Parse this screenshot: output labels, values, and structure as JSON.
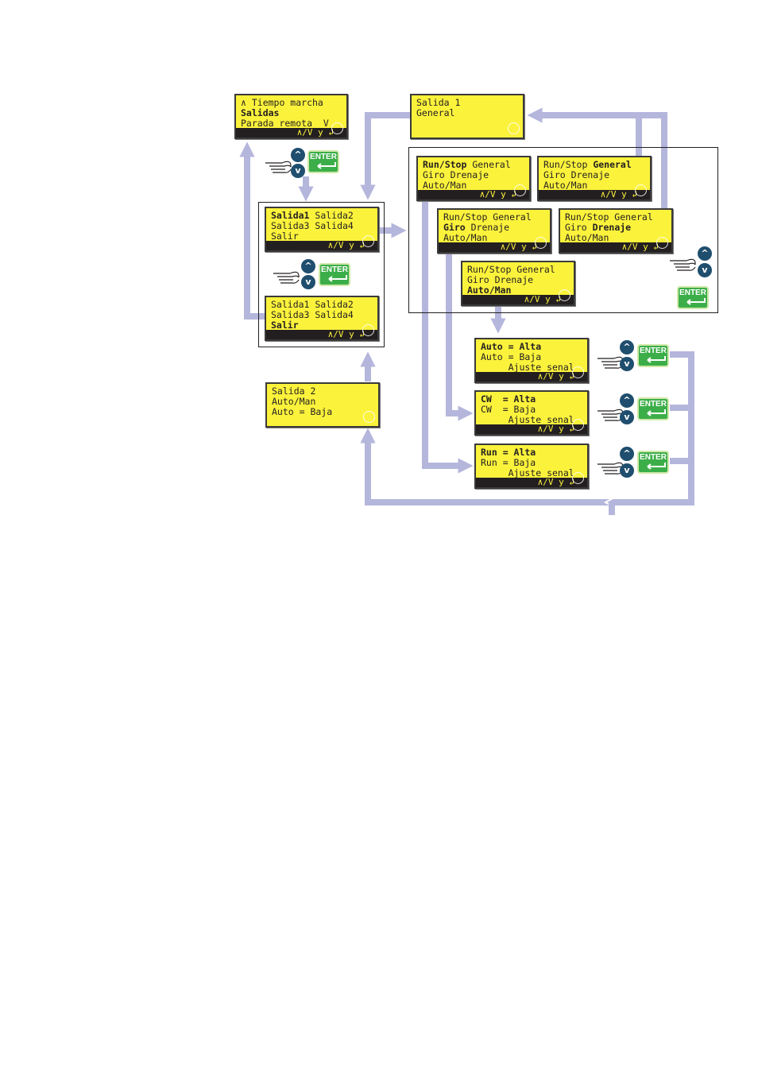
{
  "colors": {
    "lcd_bg": "#fbf23c",
    "lcd_bar": "#231f20",
    "arrow": "#b4b6dc",
    "key_round": "#1f4e6e",
    "key_enter": "#3cae49"
  },
  "keys": {
    "up_icon": "^",
    "down_icon": "v",
    "enter_label": "ENTER"
  },
  "screens": {
    "tiempo": {
      "l1": "∧ Tiempo marcha",
      "l2": "Salidas",
      "l3": "Parada remota  V",
      "bar": "∧/V y ↲"
    },
    "salida1_general": {
      "l1": "Salida 1",
      "l2": "General"
    },
    "salida_sel_1": {
      "l1a": "Salida1",
      "l1b": " Salida2",
      "l2": "Salida3 Salida4",
      "l3": "Salir",
      "bar": "∧/V y ↲"
    },
    "salida_sel_2": {
      "l1": "Salida1 Salida2",
      "l2": "Salida3 Salida4",
      "l3": "Salir",
      "bar": "∧/V y ↲"
    },
    "salida2": {
      "l1": "Salida 2",
      "l2": "Auto/Man",
      "l3": "Auto = Baja"
    },
    "menu_a": {
      "l1a": "Run/Stop",
      "l1b": " General",
      "l2": "Giro Drenaje",
      "l3": "Auto/Man",
      "bar": "∧/V y ↲"
    },
    "menu_b": {
      "l1a": "Run/Stop ",
      "l1b": "General",
      "l2": "Giro Drenaje",
      "l3": "Auto/Man",
      "bar": "∧/V y ↲"
    },
    "menu_c": {
      "l1": "Run/Stop General",
      "l2a": "Giro",
      "l2b": " Drenaje",
      "l3": "Auto/Man",
      "bar": "∧/V y ↲"
    },
    "menu_d": {
      "l1": "Run/Stop General",
      "l2a": "Giro ",
      "l2b": "Drenaje",
      "l3": "Auto/Man",
      "bar": "∧/V y ↲"
    },
    "menu_e": {
      "l1": "Run/Stop General",
      "l2": "Giro Drenaje",
      "l3": "Auto/Man",
      "bar": "∧/V y ↲"
    },
    "auto_set": {
      "l1": "Auto = Alta",
      "l2": "Auto = Baja",
      "l3": "     Ajuste senal",
      "bar": "∧/V y ↲"
    },
    "cw_set": {
      "l1": "CW  = Alta",
      "l2": "CW  = Baja",
      "l3": "     Ajuste senal",
      "bar": "∧/V y ↲"
    },
    "run_set": {
      "l1": "Run = Alta",
      "l2": "Run = Baja",
      "l3": "     Ajuste senal",
      "bar": "∧/V y ↲"
    }
  }
}
